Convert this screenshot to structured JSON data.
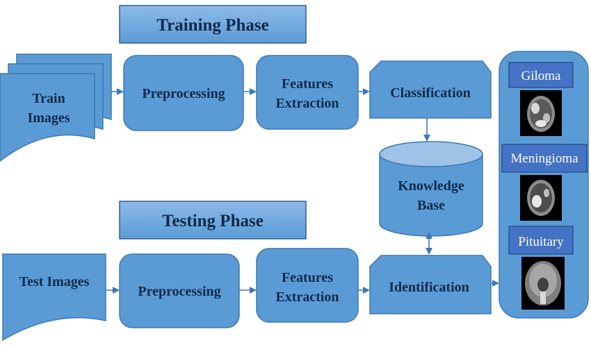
{
  "phases": {
    "training": "Training Phase",
    "testing": "Testing Phase"
  },
  "training_row": {
    "train_images": [
      "Train",
      "Images"
    ],
    "preprocessing": "Preprocessing",
    "features_extraction": [
      "Features",
      "Extraction"
    ],
    "classification": "Classification"
  },
  "knowledge_base": [
    "Knowledge",
    "Base"
  ],
  "testing_row": {
    "test_images": "Test Images",
    "preprocessing": "Preprocessing",
    "features_extraction": [
      "Features",
      "Extraction"
    ],
    "identification": "Identification"
  },
  "classes": [
    "Giloma",
    "Meningioma",
    "Pituitary"
  ],
  "colors": {
    "box_fill": "#5b9bd5",
    "box_stroke": "#3e78b2",
    "phase_fill": "#6fa8dc",
    "class_fill": "#4472c4",
    "text": "#102a4c",
    "arrow": "#3e78b2"
  }
}
